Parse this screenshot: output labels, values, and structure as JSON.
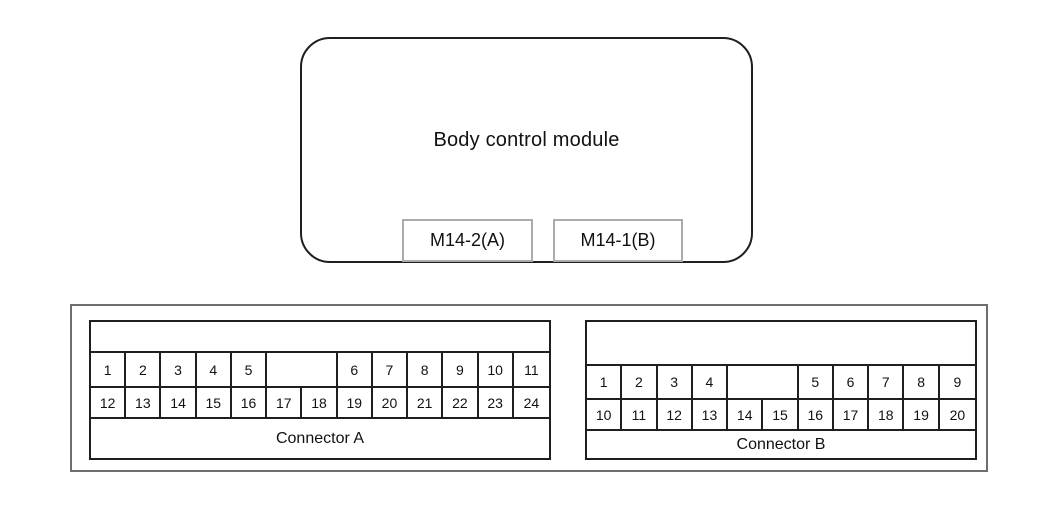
{
  "module": {
    "title": "Body control module",
    "connector_tags": [
      {
        "label": "M14-2(A)"
      },
      {
        "label": "M14-1(B)"
      }
    ]
  },
  "connector_panel": {
    "connectors": [
      {
        "label": "Connector A",
        "columns": 13,
        "top_row": [
          {
            "pin": "1"
          },
          {
            "pin": "2"
          },
          {
            "pin": "3"
          },
          {
            "pin": "4"
          },
          {
            "pin": "5"
          },
          {
            "pin": "",
            "span": 2,
            "gap": true
          },
          {
            "pin": "6"
          },
          {
            "pin": "7"
          },
          {
            "pin": "8"
          },
          {
            "pin": "9"
          },
          {
            "pin": "10"
          },
          {
            "pin": "11"
          }
        ],
        "bottom_row": [
          {
            "pin": "12"
          },
          {
            "pin": "13"
          },
          {
            "pin": "14"
          },
          {
            "pin": "15"
          },
          {
            "pin": "16"
          },
          {
            "pin": "17"
          },
          {
            "pin": "18"
          },
          {
            "pin": "19"
          },
          {
            "pin": "20"
          },
          {
            "pin": "21"
          },
          {
            "pin": "22"
          },
          {
            "pin": "23"
          },
          {
            "pin": "24"
          }
        ]
      },
      {
        "label": "Connector B",
        "columns": 11,
        "top_row": [
          {
            "pin": "1"
          },
          {
            "pin": "2"
          },
          {
            "pin": "3"
          },
          {
            "pin": "4"
          },
          {
            "pin": "",
            "span": 2,
            "gap": true
          },
          {
            "pin": "5"
          },
          {
            "pin": "6"
          },
          {
            "pin": "7"
          },
          {
            "pin": "8"
          },
          {
            "pin": "9"
          }
        ],
        "bottom_row": [
          {
            "pin": "10"
          },
          {
            "pin": "11"
          },
          {
            "pin": "12"
          },
          {
            "pin": "13"
          },
          {
            "pin": "14"
          },
          {
            "pin": "15"
          },
          {
            "pin": "16"
          },
          {
            "pin": "17"
          },
          {
            "pin": "18"
          },
          {
            "pin": "19"
          },
          {
            "pin": "20"
          }
        ]
      }
    ]
  },
  "colors": {
    "line": "#1f1f1f",
    "outer_panel_border": "#6e6e6e",
    "tag_border": "#ababab",
    "text": "#111111",
    "background": "#ffffff"
  }
}
